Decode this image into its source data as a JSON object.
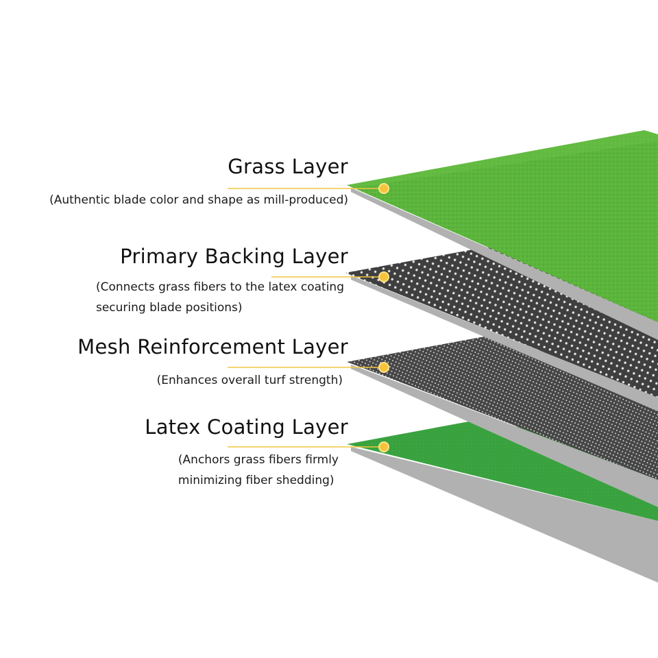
{
  "colors": {
    "grass": "#5cb53c",
    "grass_dark": "#4d9e31",
    "primary_backing": "#3f3f3f",
    "mesh": "#474747",
    "latex": "#39a23f",
    "edge": "#b1b1b1",
    "leader_line": "#f2c541",
    "marker_dot": "#f5c43c"
  },
  "layers": [
    {
      "title": "Grass Layer",
      "description": [
        "(Authentic blade color and shape as mill-produced)"
      ]
    },
    {
      "title": "Primary Backing Layer",
      "description": [
        "(Connects grass fibers to the latex coating",
        "securing blade positions)"
      ]
    },
    {
      "title": "Mesh Reinforcement Layer",
      "description": [
        "(Enhances overall turf strength)"
      ]
    },
    {
      "title": "Latex Coating Layer",
      "description": [
        "(Anchors grass fibers firmly",
        "minimizing fiber shedding)"
      ]
    }
  ]
}
